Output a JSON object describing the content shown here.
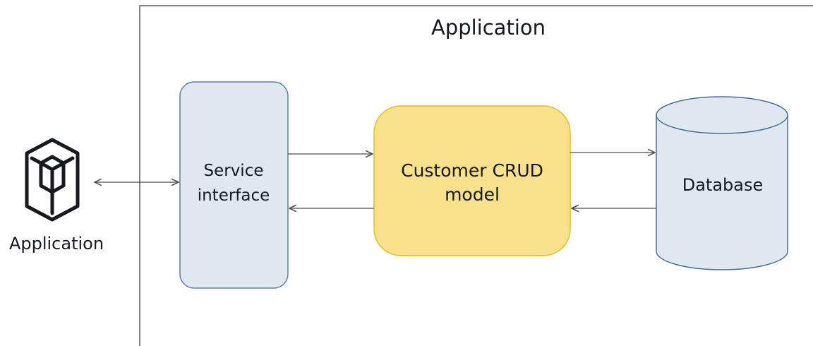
{
  "diagram": {
    "container_title": "Application",
    "external_app_label": "Application",
    "service_interface": {
      "line1": "Service",
      "line2": "interface"
    },
    "crud_model": {
      "line1": "Customer CRUD",
      "line2": "model"
    },
    "database_label": "Database"
  },
  "colors": {
    "stroke": "#4d4d4d",
    "service_fill": "#dfe8f0",
    "service_stroke": "#5c7fa8",
    "crud_fill": "#f9e08c",
    "crud_stroke": "#e6b922",
    "db_fill": "#dfe8f0",
    "db_stroke": "#4a6f94",
    "text": "#16191f"
  },
  "icons": {
    "external_app": "cube-in-hexagon-icon"
  }
}
